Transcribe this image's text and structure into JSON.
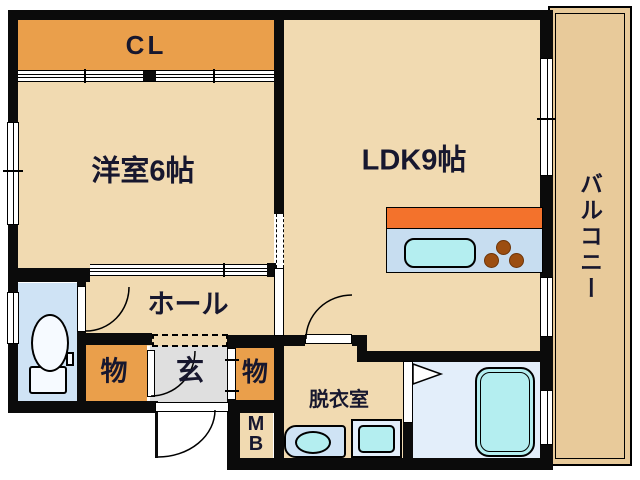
{
  "labels": {
    "closet": "CL",
    "western_room": "洋室6帖",
    "ldk": "LDK9帖",
    "balcony": "バルコニー",
    "hall": "ホール",
    "entrance": "玄",
    "storage_left": "物",
    "storage_right": "物",
    "dressing_room": "脱衣室",
    "meter_box_line1": "M",
    "meter_box_line2": "B"
  },
  "colors": {
    "wall": "#0b0b0b",
    "floor": "#f1dab1",
    "closet-orange": "#ea9f4b",
    "balcony-tan": "#e8ca9a",
    "entry-gray": "#dfdfdf",
    "water-blue": "#cfe3f5",
    "bath-floor": "#e3eefa",
    "fixture-cyan": "#b4eef0",
    "fixture-white": "#f6faff",
    "kitchen-counter": "#c7ddf0",
    "kitchen-top": "#f3722c",
    "burner-brown": "#9c4e10",
    "text": "#17172e",
    "line": "#000000",
    "white": "#ffffff"
  }
}
